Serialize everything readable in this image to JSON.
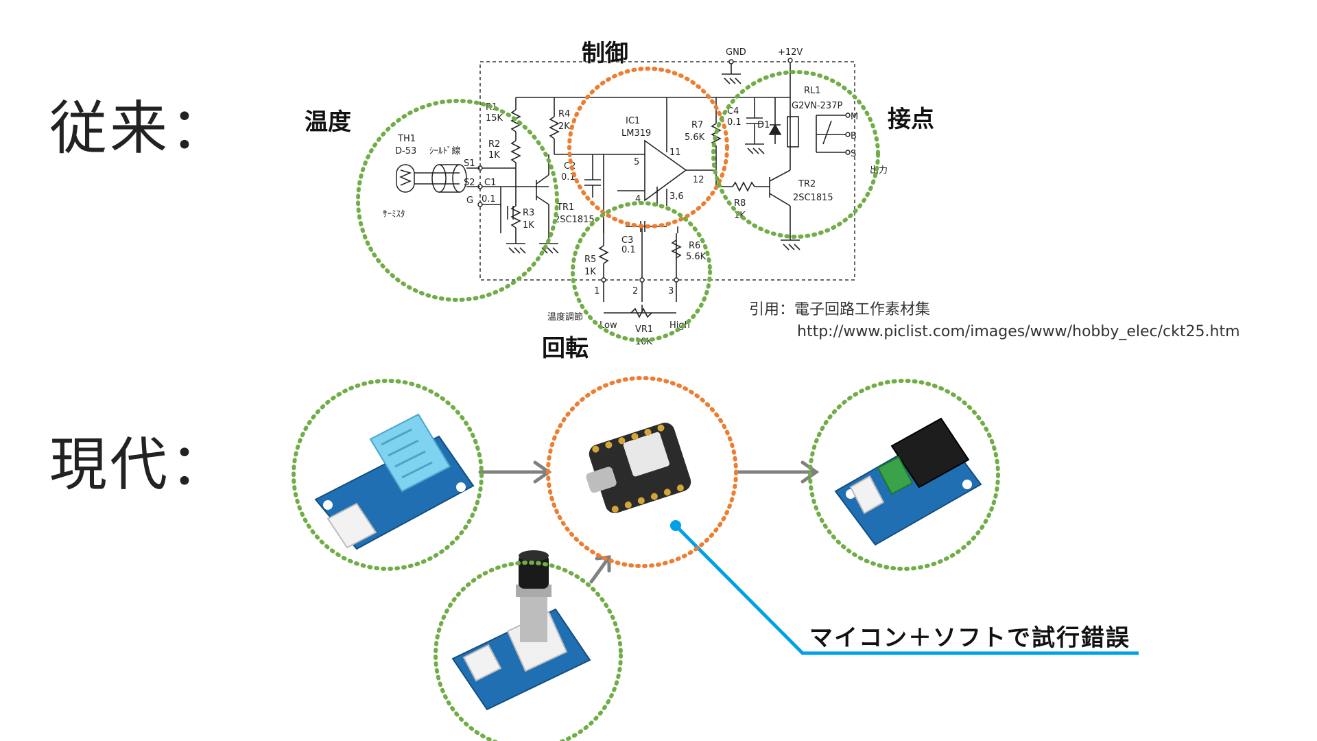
{
  "rows": {
    "traditional_label": "従来：",
    "modern_label": "現代："
  },
  "schematic": {
    "sections": {
      "control": "制御",
      "temperature": "温度",
      "contact": "接点",
      "rotation": "回転"
    },
    "components": {
      "th1": "TH1",
      "d53": "D-53",
      "shield": "ｼｰﾙﾄﾞ線",
      "thermistor": "ｻｰﾐｽﾀ",
      "r1": "R1",
      "r1v": "15K",
      "r2": "R2",
      "r2v": "1K",
      "r3": "R3",
      "r3v": "1K",
      "r4": "R4",
      "r4v": "2K",
      "r5": "R5",
      "r5v": "1K",
      "r6": "R6",
      "r6v": "5.6K",
      "r7": "R7",
      "r7v": "5.6K",
      "r8": "R8",
      "r8v": "1K",
      "c1": "C1",
      "c1v": "0.1",
      "c2": "C2",
      "c2v": "0.1",
      "c3": "C3",
      "c3v": "0.1",
      "c4": "C4",
      "c4v": "0.1",
      "ic1": "IC1",
      "lm319": "LM319",
      "tr1": "TR1",
      "tr1v": "2SC1815",
      "tr2": "TR2",
      "tr2v": "2SC1815",
      "d1": "D1",
      "rl1": "RL1",
      "rl1v": "G2VN-237P",
      "vr1": "VR1",
      "vr1v": "10K",
      "gnd": "GND",
      "v12": "+12V",
      "s1": "S1",
      "s2": "S2",
      "g": "G",
      "pin5": "5",
      "pin4": "4",
      "pin11": "11",
      "pin12": "12",
      "pin36": "3,6",
      "t1": "1",
      "t2": "2",
      "t3": "3",
      "low": "Low",
      "high": "High",
      "temp_adjust": "温度調節",
      "out": "出力",
      "m": "M",
      "b": "B",
      "s": "S"
    },
    "citation_line1": "引用：電子回路工作素材集",
    "citation_line2": "http://www.piclist.com/images/www/hobby_elec/ckt25.htm"
  },
  "modern": {
    "tagline": "マイコン＋ソフトで試行錯誤"
  },
  "colors": {
    "green_circle": "#70ad47",
    "orange_circle": "#ed7d31",
    "arrow": "#808080",
    "callout": "#00a0e9",
    "pcb_blue": "#1f6fb2",
    "mcu_board": "#2b2b2b"
  }
}
